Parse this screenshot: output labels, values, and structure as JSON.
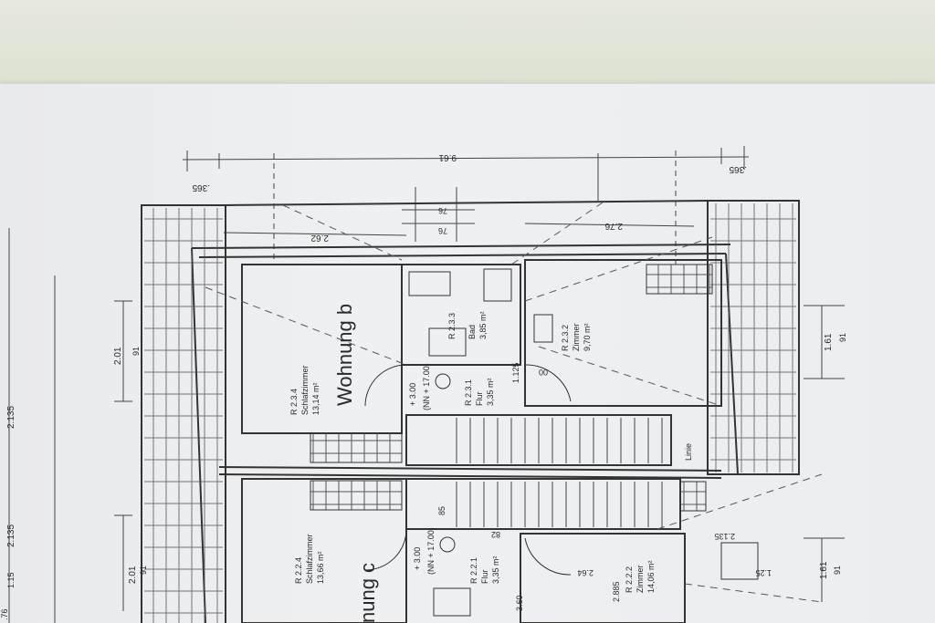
{
  "plan": {
    "title_b": "Wohnung b",
    "title_c": "nung c",
    "dims_top": [
      "9.61",
      ".365",
      ".365",
      "2.62",
      "2.76",
      "76",
      "76"
    ],
    "rooms_b": [
      {
        "id": "R 2.3.4",
        "name": "Schlafzimmer",
        "area": "13,14 m²"
      },
      {
        "id": "R 2.3.3",
        "name": "Bad",
        "area": "3,85 m²"
      },
      {
        "id": "R 2.3.2",
        "name": "Zimmer",
        "area": "9,70 m²"
      },
      {
        "id": "R 2.3.1",
        "name": "Flur",
        "area": "3,35 m²"
      }
    ],
    "rooms_c": [
      {
        "id": "R 2.2.4",
        "name": "Schlafzimmer",
        "area": "13,66 m²"
      },
      {
        "id": "R 2.2.1",
        "name": "Flur",
        "area": "3,35 m²"
      },
      {
        "id": "R 2.2.2",
        "name": "Zimmer",
        "area": "14,06 m²"
      }
    ],
    "levels": [
      "+ 3.00",
      "(NN + 17.00)",
      "+ 3.00",
      "(NN + 17.00)"
    ],
    "dims_left": [
      "2.01",
      "91",
      "2.01",
      "91",
      "2.135",
      "2.135",
      "1.15",
      ".76"
    ],
    "dims_right": [
      "1.61",
      "91",
      "1.61",
      "91"
    ],
    "misc": [
      "1.125",
      "1.25",
      "2.885",
      "2.64",
      "2.135",
      "Linie",
      "85",
      "82",
      "3.60",
      "00"
    ]
  }
}
